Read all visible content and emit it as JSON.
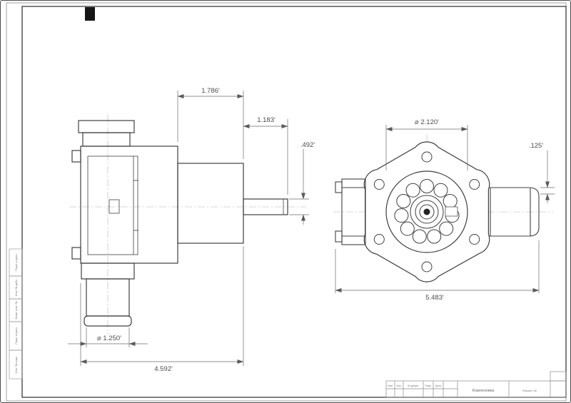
{
  "drawing": {
    "dims": {
      "motor_width": "1.786'",
      "shaft_length": "1.183'",
      "shaft_step": ".492'",
      "bolt_circle_dia": "⌀ 2.120'",
      "plate_thickness": ".125'",
      "outlet_dia": "⌀ 1.250'",
      "body_length": "4.592'",
      "overall_width": "5.483'"
    },
    "title_block": {
      "cells": [
        "Изм.",
        "Лист",
        "№ докум.",
        "Подп.",
        "Дата"
      ],
      "title": "Компоновка",
      "format_label": "Формат А2"
    },
    "margin_strips": [
      "Подп. и дата",
      "Инв. № дубл.",
      "Взам. инв. №",
      "Подп. и дата",
      "Инв. № подл."
    ]
  }
}
